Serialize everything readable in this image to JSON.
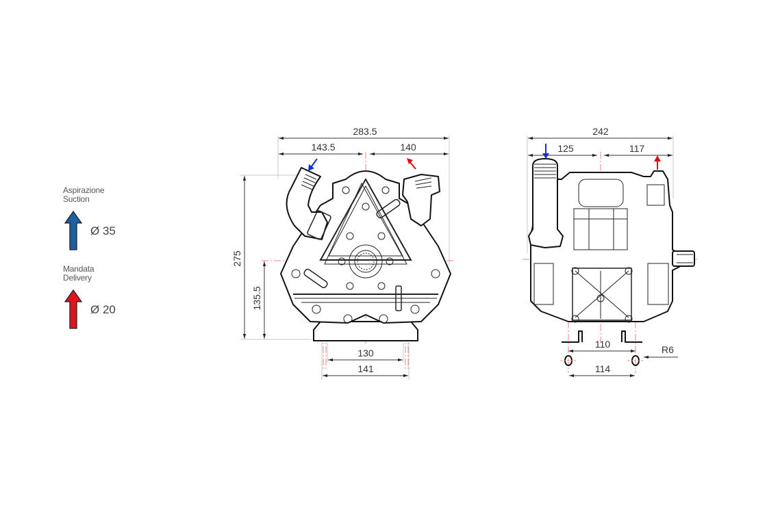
{
  "legend": {
    "suction": {
      "label_it": "Aspirazione",
      "label_en": "Suction",
      "diameter": "Ø 35",
      "arrow_color": "#1f5fa0",
      "icon": "blue-up-arrow-icon"
    },
    "delivery": {
      "label_it": "Mandata",
      "label_en": "Delivery",
      "diameter": "Ø 20",
      "arrow_color": "#e0141e",
      "icon": "red-up-arrow-icon"
    }
  },
  "front_view": {
    "overall_width": "283.5",
    "left_width": "143.5",
    "right_width": "140",
    "overall_height": "275",
    "axis_height": "135.5",
    "base_inner": "130",
    "base_outer": "141"
  },
  "side_view": {
    "overall_width": "242",
    "left_width": "125",
    "right_width": "117",
    "foot_inner": "110",
    "foot_outer": "114",
    "slot_radius": "R6"
  },
  "colors": {
    "centerline": "#f08080",
    "dimension_line": "#c8c8c8",
    "outline": "#111111",
    "suction_arrow": "#1530d0",
    "delivery_arrow": "#e01010"
  }
}
